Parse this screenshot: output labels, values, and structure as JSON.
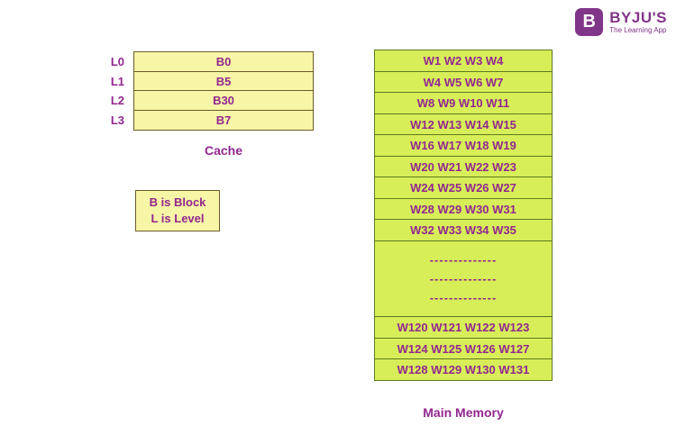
{
  "logo": {
    "mark": "B",
    "brand": "BYJU'S",
    "tagline": "The Learning App",
    "brand_color": "#813588"
  },
  "cache": {
    "caption": "Cache",
    "rows": [
      {
        "level": "L0",
        "block": "B0"
      },
      {
        "level": "L1",
        "block": "B5"
      },
      {
        "level": "L2",
        "block": "B30"
      },
      {
        "level": "L3",
        "block": "B7"
      }
    ],
    "fill_color": "#f6f6a6",
    "border_color": "#6d5b2a",
    "text_color": "#92278f"
  },
  "legend": {
    "line1": "B is Block",
    "line2": "L is Level"
  },
  "main_memory": {
    "caption": "Main Memory",
    "rows": [
      "W1 W2 W3 W4",
      "W4 W5 W6 W7",
      "W8 W9 W10 W11",
      "W12 W13 W14 W15",
      "W16 W17 W18 W19",
      "W20 W21 W22 W23",
      "W24 W25 W26 W27",
      "W28 W29 W30 W31",
      "W32 W33 W34 W35"
    ],
    "dashes": [
      "--------------",
      "--------------",
      "--------------"
    ],
    "rows_bottom": [
      "W120 W121 W122 W123",
      "W124 W125 W126 W127",
      "W128 W129 W130 W131"
    ],
    "fill_color": "#d7ee58",
    "border_color": "#5f7a1f",
    "text_color": "#92278f"
  }
}
